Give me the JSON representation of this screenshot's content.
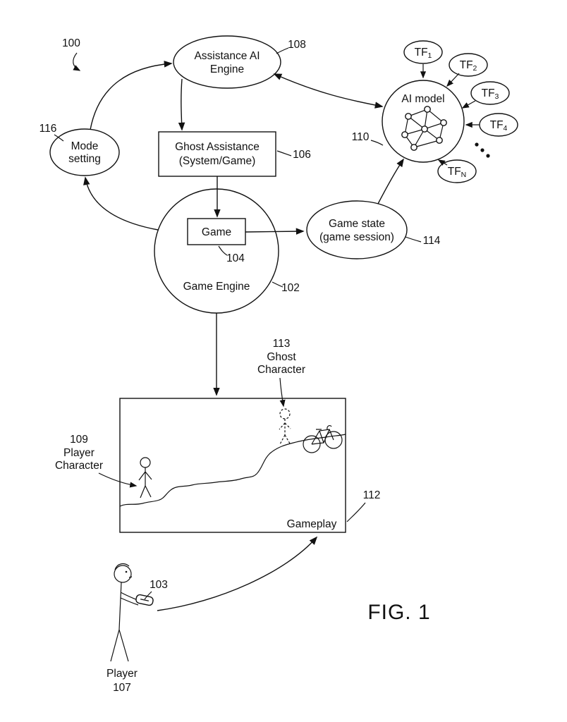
{
  "figure": {
    "label": "FIG. 1",
    "system_ref": "100",
    "ink_color": "#111111",
    "background_color": "#ffffff"
  },
  "assistance_engine": {
    "line1": "Assistance AI",
    "line2": "Engine",
    "ref": "108"
  },
  "mode_setting": {
    "line1": "Mode",
    "line2": "setting",
    "ref": "116"
  },
  "ghost_assistance": {
    "line1": "Ghost Assistance",
    "line2": "(System/Game)",
    "ref": "106"
  },
  "game_engine": {
    "label": "Game Engine",
    "ref": "102",
    "game_label": "Game",
    "game_ref": "104"
  },
  "game_state": {
    "line1": "Game state",
    "line2": "(game session)",
    "ref": "114"
  },
  "ai_model": {
    "label": "AI model",
    "ref": "110"
  },
  "tf_nodes": [
    {
      "base": "TF",
      "sub": "1"
    },
    {
      "base": "TF",
      "sub": "2"
    },
    {
      "base": "TF",
      "sub": "3"
    },
    {
      "base": "TF",
      "sub": "4"
    },
    {
      "base": "TF",
      "sub": "N"
    }
  ],
  "gameplay": {
    "label": "Gameplay",
    "ref": "112",
    "ghost_character": {
      "ref": "113",
      "line1": "Ghost",
      "line2": "Character"
    },
    "player_character": {
      "ref": "109",
      "line1": "Player",
      "line2": "Character"
    }
  },
  "player": {
    "label": "Player",
    "ref": "107",
    "controller_ref": "103"
  }
}
